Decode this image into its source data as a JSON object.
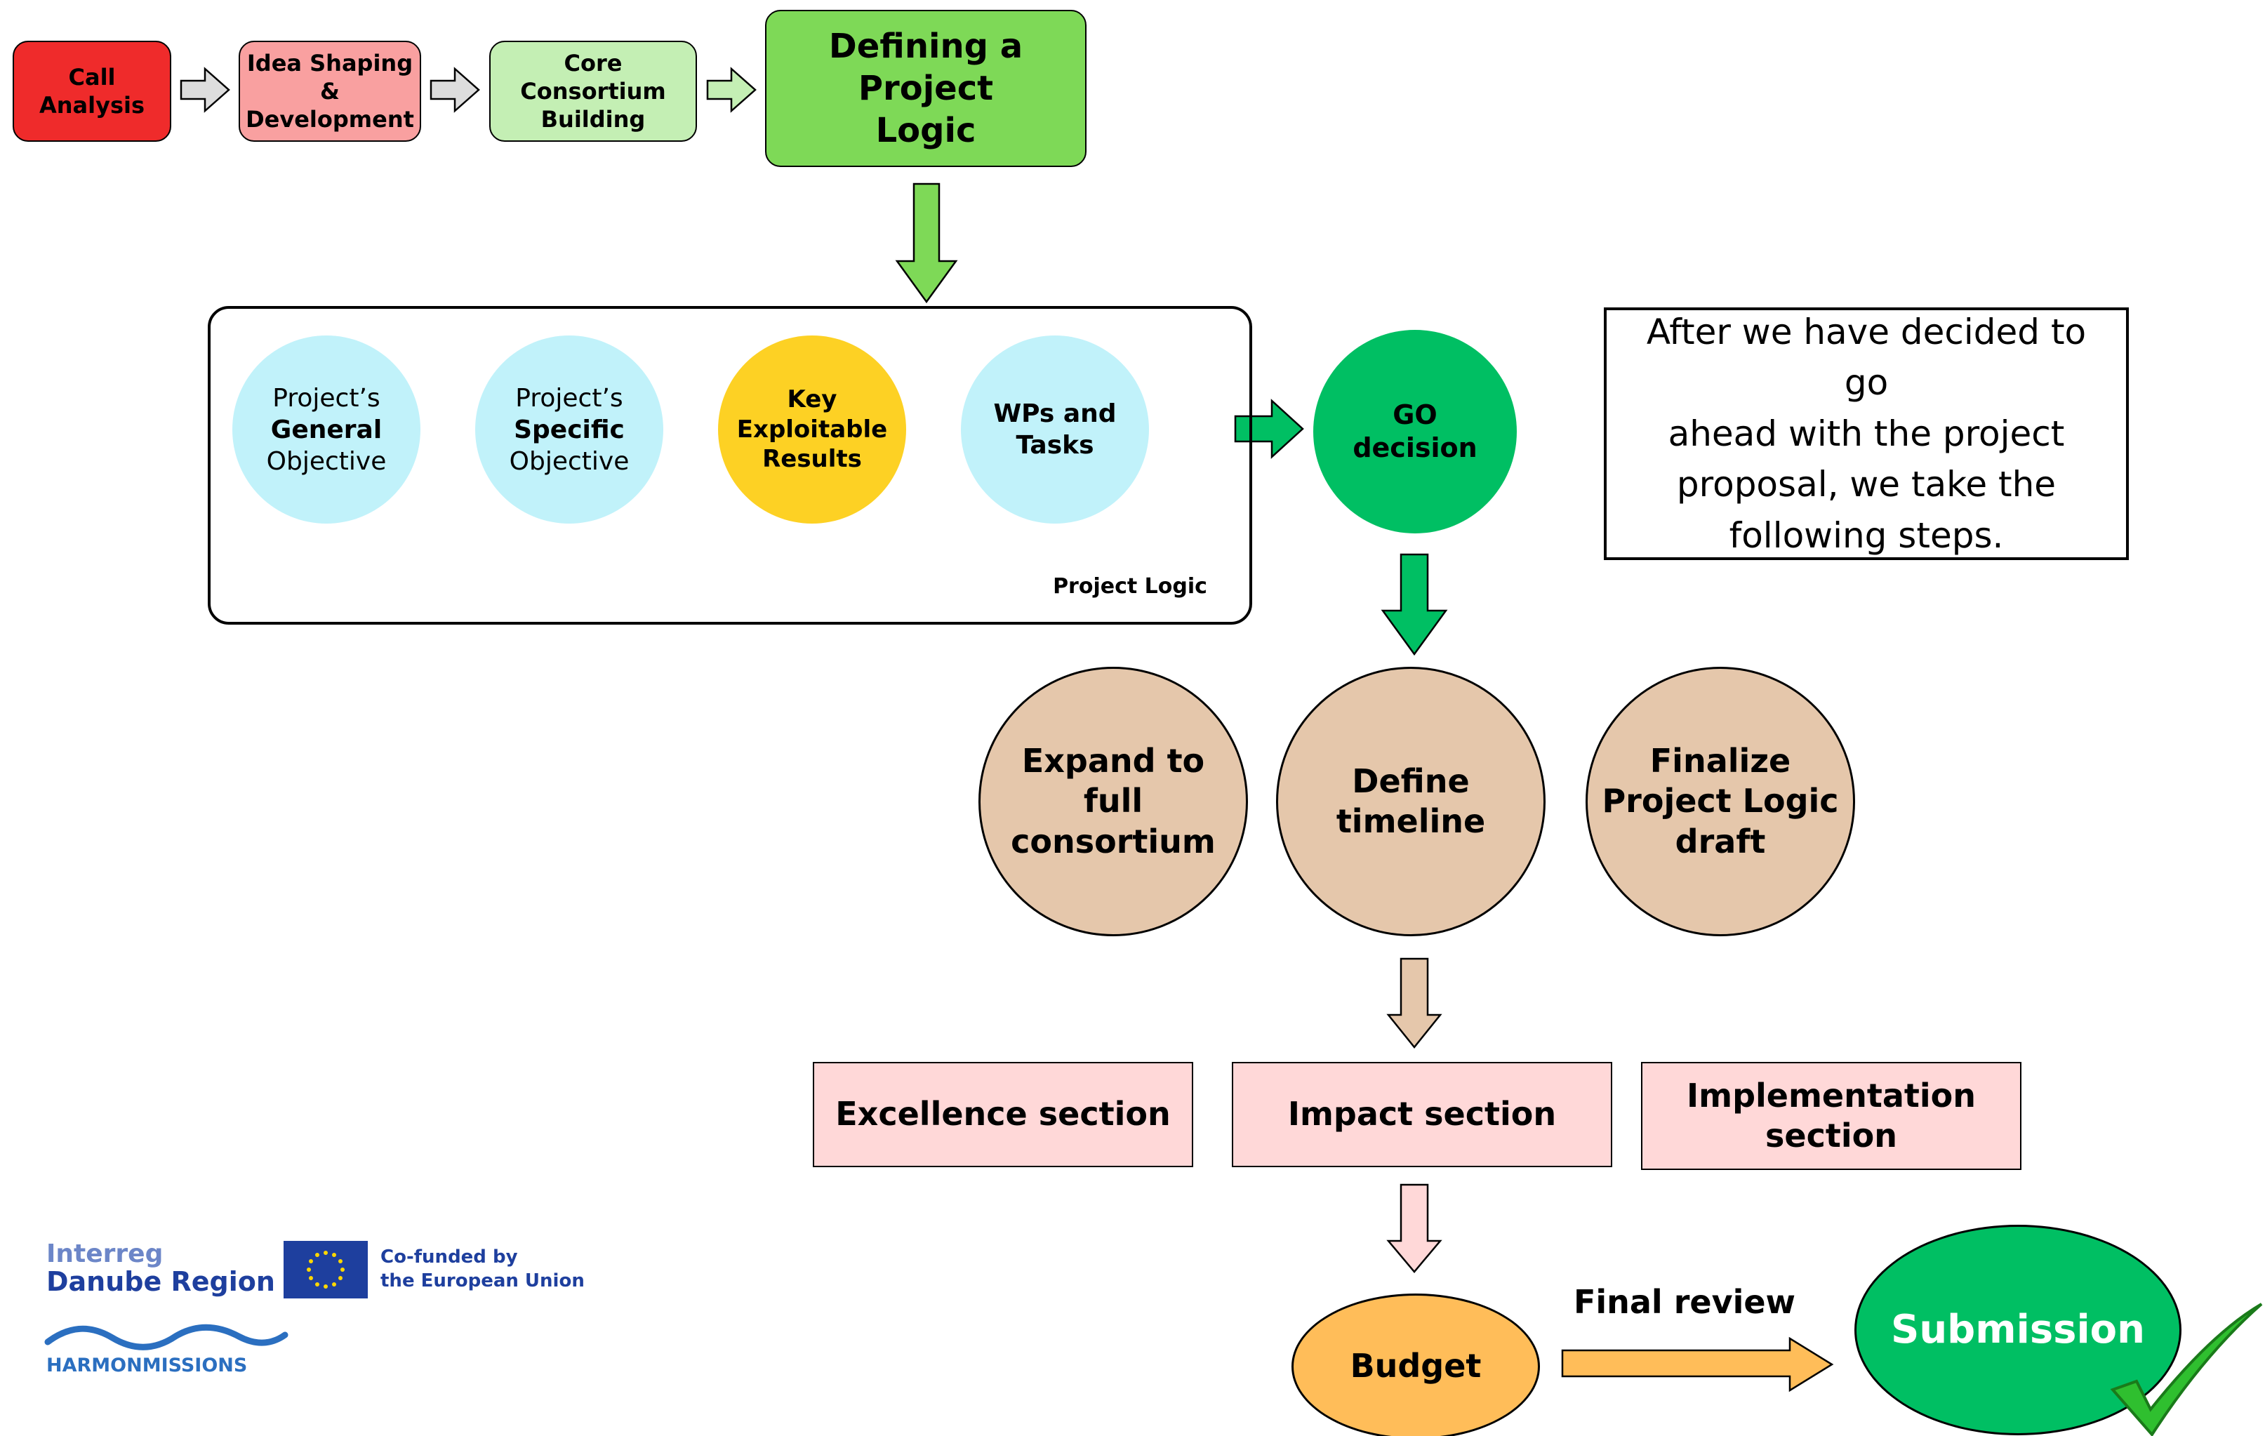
{
  "flow": {
    "top_steps": [
      {
        "label": "Call Analysis",
        "color": "#ef2b2b"
      },
      {
        "label_lines": [
          "Idea Shaping &",
          "Development"
        ],
        "color": "#f9a0a0"
      },
      {
        "label_lines": [
          "Core Consortium",
          "Building"
        ],
        "color": "#c4efb4"
      },
      {
        "label_lines": [
          "Defining a Project",
          "Logic"
        ],
        "color": "#7ed957"
      }
    ],
    "project_logic": {
      "label": "Project Logic",
      "items": [
        {
          "line1": "Project’s",
          "line2": "General",
          "line3": "Objective",
          "color": "#c1f2fa"
        },
        {
          "line1": "Project’s",
          "line2": "Specific",
          "line3": "Objective",
          "color": "#c1f2fa"
        },
        {
          "lines": [
            "Key",
            "Exploitable",
            "Results"
          ],
          "color": "#fdd124"
        },
        {
          "lines": [
            "WPs and",
            "Tasks"
          ],
          "color": "#c1f2fa"
        }
      ]
    },
    "go_decision": {
      "lines": [
        "GO",
        "decision"
      ],
      "color": "#00bf63"
    },
    "note": {
      "lines": [
        "After we have decided to go",
        "ahead with the project",
        "proposal, we take the",
        "following steps."
      ]
    },
    "next_steps": [
      {
        "lines": [
          "Expand to",
          "full",
          "consortium"
        ]
      },
      {
        "lines": [
          "Define",
          "timeline"
        ]
      },
      {
        "lines": [
          "Finalize",
          "Project Logic",
          "draft"
        ]
      }
    ],
    "sections": [
      {
        "lines": [
          "Excellence section"
        ]
      },
      {
        "lines": [
          "Impact section"
        ]
      },
      {
        "lines": [
          "Implementation",
          "section"
        ]
      }
    ],
    "budget": {
      "label": "Budget",
      "color": "#ffbd59"
    },
    "final_review": {
      "label": "Final review"
    },
    "submission": {
      "label": "Submission",
      "color": "#00bf63"
    }
  },
  "logos": {
    "interreg": {
      "line1": "Interreg",
      "line2": "Danube Region"
    },
    "eu": {
      "line1": "Co-funded by",
      "line2": "the European Union",
      "flag_color": "#1e3f9e"
    },
    "project": {
      "label": "HARMONMISSIONS",
      "wave_color": "#2b6fc0"
    }
  },
  "icons": {
    "checkmark": "checkmark-icon",
    "eu_flag": "eu-flag-icon",
    "wave": "wave-icon"
  }
}
